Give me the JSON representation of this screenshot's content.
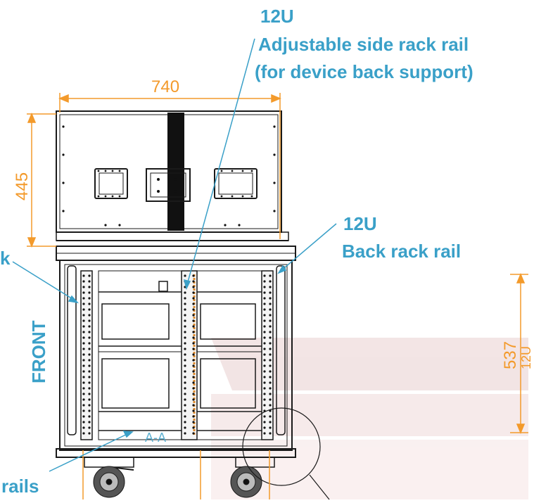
{
  "callouts": {
    "side_rail_size": "12U",
    "side_rail_line1": "Adjustable side rack rail",
    "side_rail_line2": "(for device back support)",
    "back_rail_size": "12U",
    "back_rail_label": "Back rack rail",
    "left_partial": "k",
    "bottom_partial": "rails",
    "front_label": "FRONT",
    "section_mark": "A-A"
  },
  "dimensions": {
    "width": "740",
    "lid_height": "445",
    "body_height": "537",
    "body_units": "12U"
  },
  "colors": {
    "callout": "#3aa0c8",
    "dimension": "#f39a2b",
    "drawing": "#1a1a1a",
    "watermark": "#c98a8a"
  }
}
